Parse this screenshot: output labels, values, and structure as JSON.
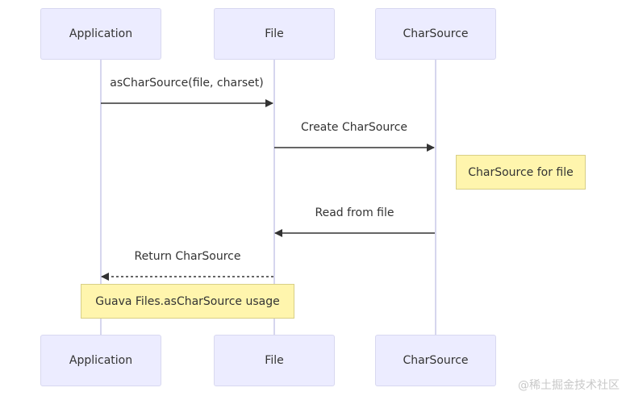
{
  "diagram": {
    "participants": {
      "application": "Application",
      "file": "File",
      "charsource": "CharSource"
    },
    "messages": [
      {
        "from": "Application",
        "to": "File",
        "label": "asCharSource(file, charset)",
        "style": "solid"
      },
      {
        "from": "File",
        "to": "CharSource",
        "label": "Create CharSource",
        "style": "solid"
      },
      {
        "from": "CharSource",
        "to": "File",
        "label": "Read from file",
        "style": "solid"
      },
      {
        "from": "File",
        "to": "Application",
        "label": "Return CharSource",
        "style": "dashed"
      }
    ],
    "notes": {
      "charsource_note": "CharSource for file",
      "usage_note": "Guava Files.asCharSource usage"
    },
    "colors": {
      "actor_fill": "#ececff",
      "actor_border": "#d8d8f0",
      "note_fill": "#fff5ad",
      "note_border": "#d8cf87",
      "line": "#333333",
      "lifeline": "#d6d6ee"
    }
  },
  "watermark": "@稀土掘金技术社区"
}
